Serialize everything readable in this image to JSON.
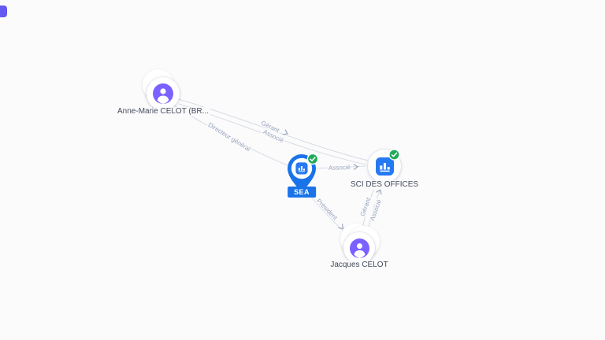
{
  "nodes": {
    "anne_marie": {
      "label": "Anne-Marie CELOT (BR...",
      "type": "person"
    },
    "sea": {
      "label": "SEA",
      "type": "company-pin"
    },
    "sci": {
      "label": "SCI DES OFFICES",
      "type": "company"
    },
    "jacques": {
      "label": "Jacques CELOT",
      "type": "person"
    }
  },
  "edges": {
    "anne_marie_sci_gerant": "Gérant",
    "anne_marie_sci_associe": "Associé",
    "anne_marie_sea_dg": "Directeur général",
    "sea_sci_associe": "Associé",
    "jacques_sea_president": "Président",
    "jacques_sci_gerant": "Gérant",
    "jacques_sci_associe": "Associé"
  },
  "colors": {
    "person_icon": "#7b61ff",
    "company_icon": "#2579f2",
    "pin": "#1a73e8",
    "verified_badge": "#22a95c",
    "edge": "#d7dbe4",
    "edge_label": "#97a3bd",
    "background": "#fbfbfc"
  }
}
